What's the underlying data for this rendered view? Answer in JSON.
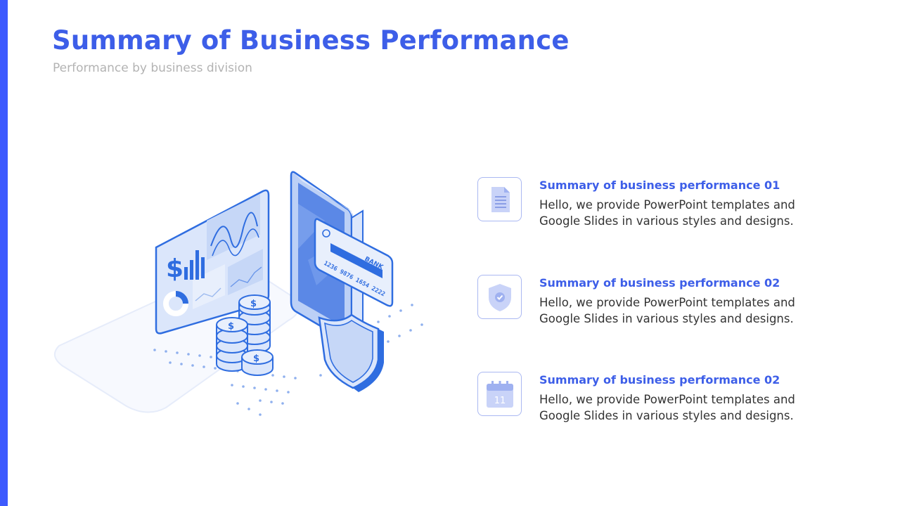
{
  "slide": {
    "title": "Summary of Business Performance",
    "subtitle": "Performance by business division"
  },
  "illustration": {
    "card_brand": "BANK",
    "card_number": "1236 9876 1654 2222"
  },
  "items": [
    {
      "icon": "document-icon",
      "title": "Summary of business performance  01",
      "text": "Hello, we provide PowerPoint templates and Google Slides in various styles and designs."
    },
    {
      "icon": "shield-check-icon",
      "title": "Summary of business performance  02",
      "text": "Hello, we provide PowerPoint templates and Google Slides in various styles and designs."
    },
    {
      "icon": "calendar-icon",
      "calendar_day": "11",
      "title": "Summary of business performance  02",
      "text": "Hello, we provide PowerPoint templates and Google Slides in various styles and designs."
    }
  ],
  "colors": {
    "accent": "#3d5afe",
    "title": "#3d5ee8",
    "subtitle": "#b3b3b3",
    "body_text": "#333333",
    "illustration_blue": "#2f6de0",
    "illustration_light": "#dbe6fb"
  }
}
